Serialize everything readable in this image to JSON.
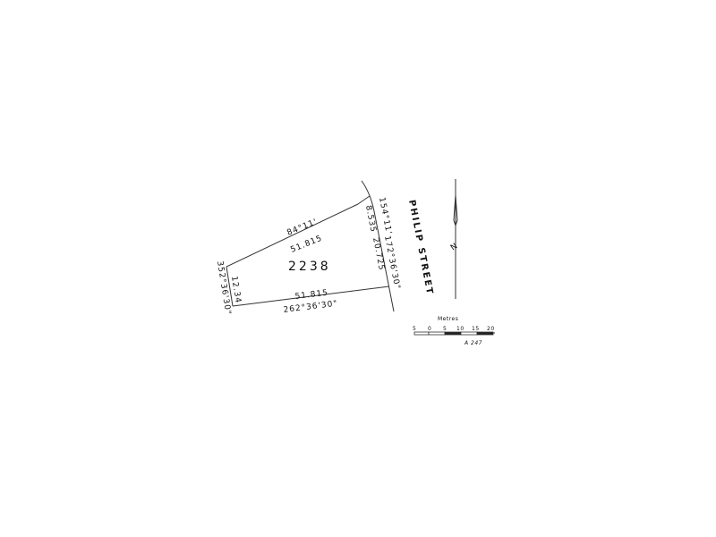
{
  "lot": {
    "number": "2238",
    "north": {
      "bearing": "84°11'",
      "distance": "51.815"
    },
    "east": {
      "short_bearing": "154°11'",
      "short_distance": "8.535",
      "bearing": "172°36'30\"",
      "distance": "20.725"
    },
    "south": {
      "bearing": "262°36'30\"",
      "distance": "51.815"
    },
    "west": {
      "bearing": "352°36'30\"",
      "distance": "12.34"
    }
  },
  "street": {
    "name": "PHILIP STREET"
  },
  "scale_bar": {
    "title": "Metres",
    "tick_labels": [
      "5",
      "0",
      "5",
      "10",
      "15",
      "20"
    ],
    "reference": "A 247"
  },
  "north_arrow": {
    "label": "N",
    "icon": "north-arrow-icon"
  }
}
